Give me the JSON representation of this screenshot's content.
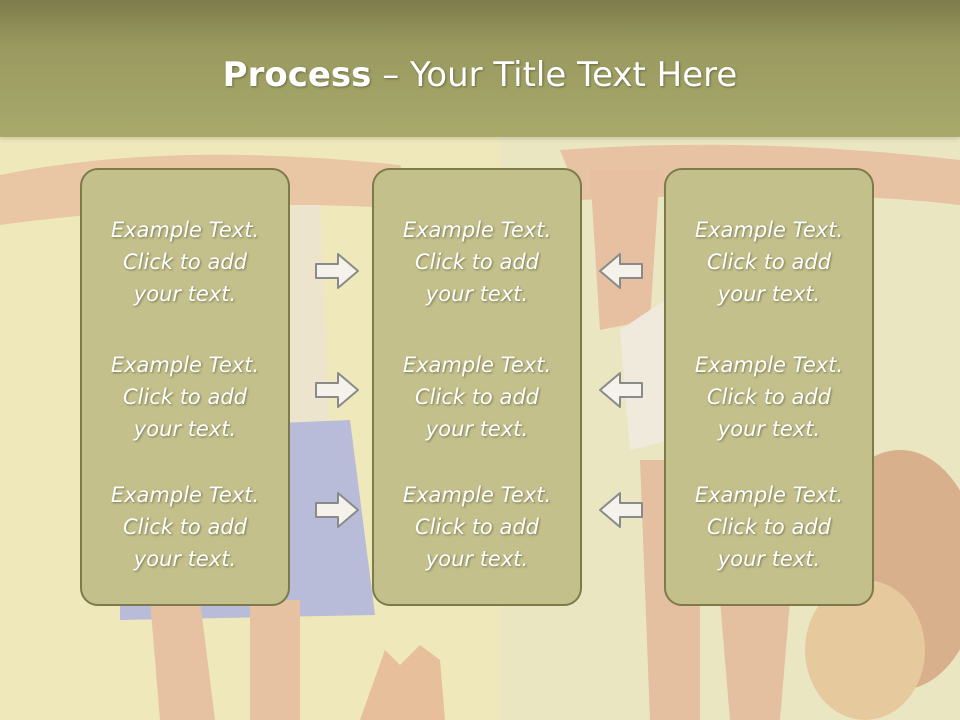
{
  "title": {
    "bold": "Process",
    "dash": " – ",
    "rest": "Your Title Text Here"
  },
  "columns": [
    {
      "items": [
        {
          "line1": "Example Text.",
          "line2": "Click  to add",
          "line3": "your text."
        },
        {
          "line1": "Example Text.",
          "line2": "Click  to add",
          "line3": "your text."
        },
        {
          "line1": "Example Text.",
          "line2": "Click  to add",
          "line3": "your text."
        }
      ]
    },
    {
      "items": [
        {
          "line1": "Example Text.",
          "line2": "Click  to add",
          "line3": "your text."
        },
        {
          "line1": "Example Text.",
          "line2": "Click  to add",
          "line3": "your text."
        },
        {
          "line1": "Example Text.",
          "line2": "Click  to add",
          "line3": "your text."
        }
      ]
    },
    {
      "items": [
        {
          "line1": "Example Text.",
          "line2": "Click  to add",
          "line3": "your text."
        },
        {
          "line1": "Example Text.",
          "line2": "Click  to add",
          "line3": "your text."
        },
        {
          "line1": "Example Text.",
          "line2": "Click  to add",
          "line3": "your text."
        }
      ]
    }
  ],
  "arrows": {
    "left_group": [
      "right-arrow-icon",
      "right-arrow-icon",
      "right-arrow-icon"
    ],
    "right_group": [
      "left-arrow-icon",
      "left-arrow-icon",
      "left-arrow-icon"
    ]
  },
  "colors": {
    "header": "#9a9a60",
    "box_fill": "#c3c08c",
    "box_border": "#7d7b4a",
    "text": "#ffffff"
  }
}
